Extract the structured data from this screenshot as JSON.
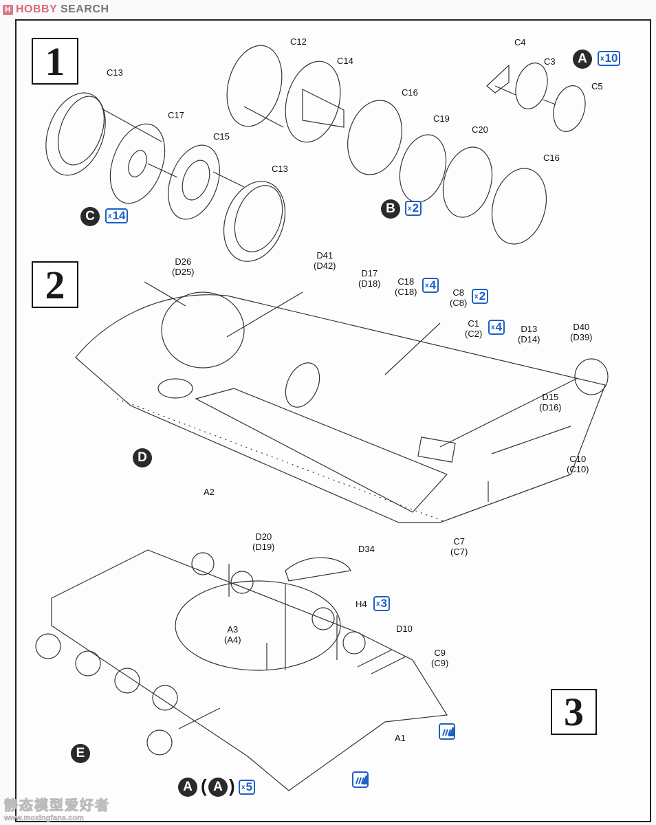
{
  "header": {
    "brand_hobby": "HOBBY",
    "brand_search": "SEARCH",
    "brand_mark": "H"
  },
  "steps": [
    {
      "number": "1"
    },
    {
      "number": "2"
    },
    {
      "number": "3"
    }
  ],
  "step1": {
    "labels": [
      "C12",
      "C14",
      "C16",
      "C19",
      "C20",
      "C16",
      "C4",
      "C3",
      "C5",
      "C13",
      "C17",
      "C15",
      "C13"
    ],
    "groups": [
      {
        "letter": "A",
        "qty_prefix": "x",
        "qty": "10"
      },
      {
        "letter": "B",
        "qty_prefix": "x",
        "qty": "2"
      },
      {
        "letter": "C",
        "qty_prefix": "x",
        "qty": "14"
      }
    ]
  },
  "step2": {
    "labels": [
      {
        "main": "D26",
        "alt": "(D25)"
      },
      {
        "main": "D41",
        "alt": "(D42)"
      },
      {
        "main": "D17",
        "alt": "(D18)"
      },
      {
        "main": "C18",
        "alt": "(C18)",
        "qty": "4"
      },
      {
        "main": "C8",
        "alt": "(C8)",
        "qty": "2"
      },
      {
        "main": "C1",
        "alt": "(C2)",
        "qty": "4"
      },
      {
        "main": "D13",
        "alt": "(D14)"
      },
      {
        "main": "D40",
        "alt": "(D39)"
      },
      {
        "main": "D15",
        "alt": "(D16)"
      },
      {
        "main": "C10",
        "alt": "(C10)"
      },
      {
        "main": "C7",
        "alt": "(C7)"
      },
      {
        "main": "A2",
        "alt": ""
      }
    ],
    "view_letter": "D",
    "qty_prefix": "x"
  },
  "step3": {
    "labels": [
      {
        "main": "D20",
        "alt": "(D19)"
      },
      {
        "main": "D34",
        "alt": ""
      },
      {
        "main": "H4",
        "alt": "",
        "qty": "3"
      },
      {
        "main": "A3",
        "alt": "(A4)"
      },
      {
        "main": "D10",
        "alt": ""
      },
      {
        "main": "C9",
        "alt": "(C9)"
      },
      {
        "main": "A1",
        "alt": ""
      }
    ],
    "view_letter": "E",
    "footer_group": {
      "letter": "A",
      "alt_letter": "A",
      "paren_open": "(",
      "paren_close": ")",
      "qty_prefix": "x",
      "qty": "5"
    },
    "qty_prefix": "x"
  },
  "watermark": {
    "text": "静态模型爱好者",
    "url": "www.moxingfans.com"
  },
  "colors": {
    "accent_blue": "#1d5fc4",
    "badge_dark": "#2a2a2a",
    "brand_pink": "#d76a7d"
  }
}
